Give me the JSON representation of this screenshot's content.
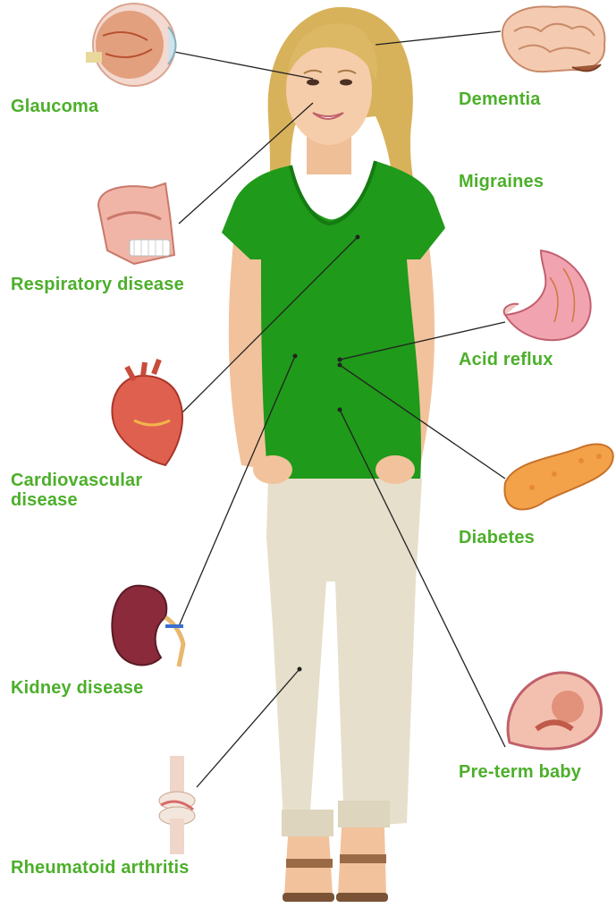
{
  "colors": {
    "label": "#4caf2a",
    "shirt": "#1f9a1a",
    "pants": "#e6dfcb",
    "hair": "#d9b45e",
    "skin": "#f4c8a4",
    "connector": "#222222"
  },
  "labels": {
    "glaucoma": "Glaucoma",
    "dementia": "Dementia",
    "migraines": "Migraines",
    "respiratory": "Respiratory disease",
    "acid_reflux": "Acid reflux",
    "cardiovascular": "Cardiovascular\ndisease",
    "diabetes": "Diabetes",
    "kidney": "Kidney disease",
    "preterm": "Pre-term baby",
    "arthritis": "Rheumatoid arthritis"
  },
  "icons": {
    "eye": "eye-icon",
    "brain": "brain-icon",
    "mouth": "mouth-icon",
    "stomach": "stomach-icon",
    "heart": "heart-icon",
    "pancreas": "pancreas-icon",
    "kidney": "kidney-icon",
    "fetus": "fetus-icon",
    "knee": "knee-icon"
  }
}
